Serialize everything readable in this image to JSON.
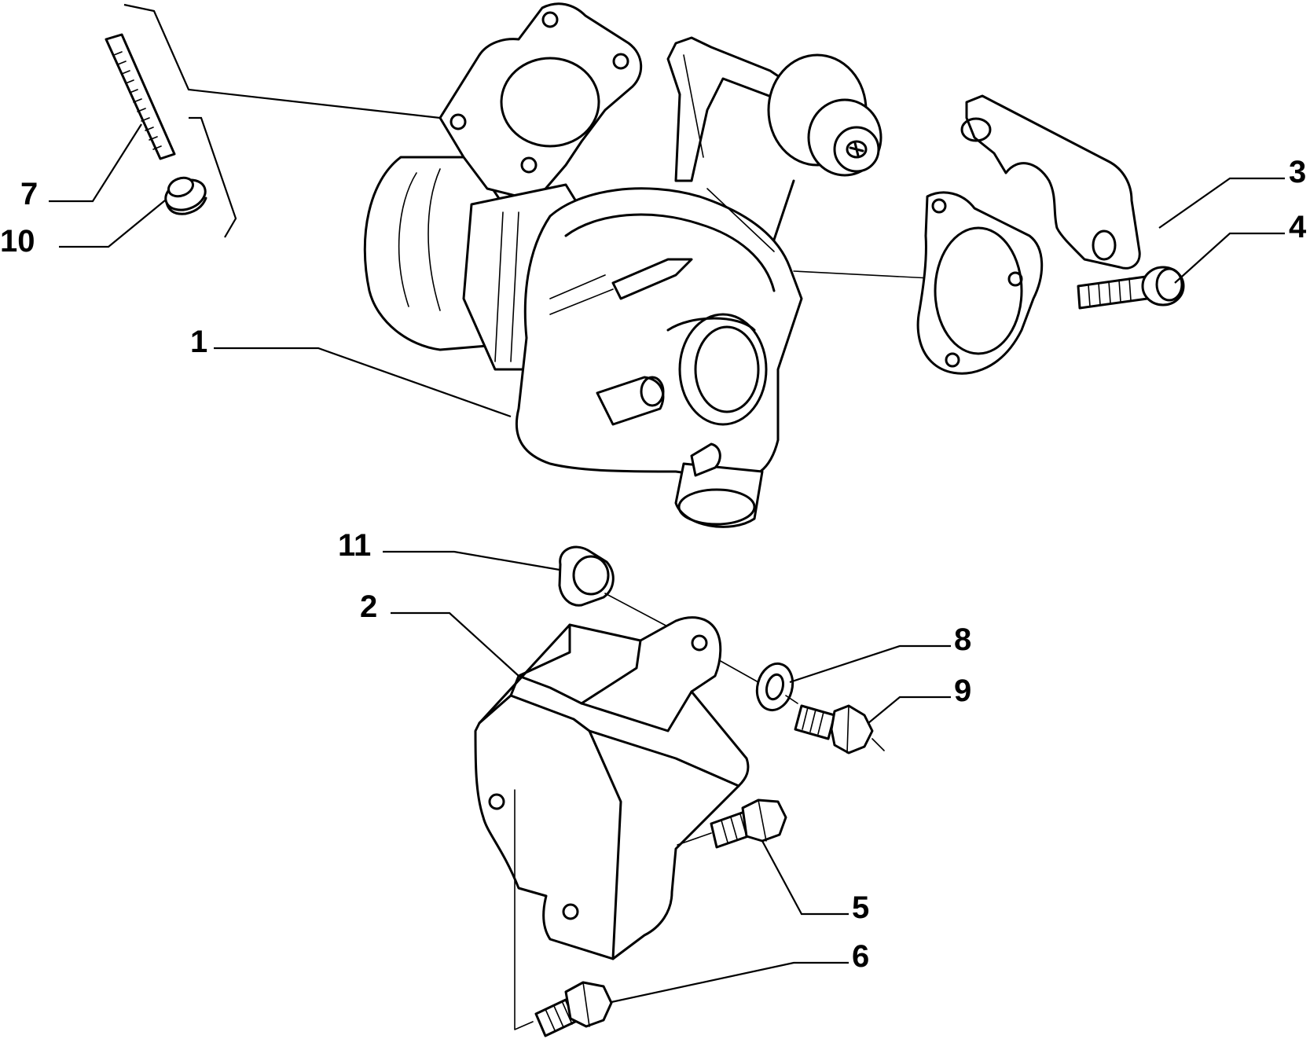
{
  "callouts": [
    {
      "id": "c1",
      "label": "1"
    },
    {
      "id": "c2",
      "label": "2"
    },
    {
      "id": "c3",
      "label": "3"
    },
    {
      "id": "c4",
      "label": "4"
    },
    {
      "id": "c5",
      "label": "5"
    },
    {
      "id": "c6",
      "label": "6"
    },
    {
      "id": "c7",
      "label": "7"
    },
    {
      "id": "c8",
      "label": "8"
    },
    {
      "id": "c9",
      "label": "9"
    },
    {
      "id": "c10",
      "label": "10"
    },
    {
      "id": "c11",
      "label": "11"
    }
  ],
  "colors": {
    "line": "#000000",
    "background": "#ffffff"
  }
}
